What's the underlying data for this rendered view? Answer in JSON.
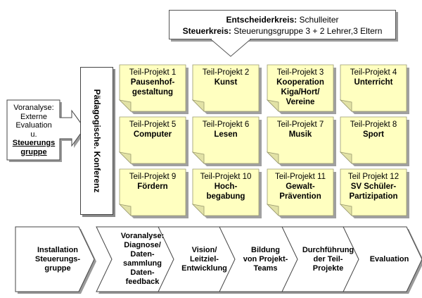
{
  "callout": {
    "line1_label": "Entscheiderkreis:",
    "line1_value": "Schulleiter",
    "line2_label": "Steuerkreis:",
    "line2_value": "Steuerungsgruppe 3 + 2 Lehrer,3 Eltern"
  },
  "voranalyse": {
    "line1": "Voranalyse:",
    "line2": "Externe",
    "line3": "Evaluation",
    "line4": "u.",
    "line5": "Steuerungs",
    "line6": "gruppe"
  },
  "banner": {
    "label": "Pädagogische. Konferenz"
  },
  "projects": [
    {
      "title": "Teil-Projekt 1",
      "name1": "Pausenhof-",
      "name2": "gestaltung"
    },
    {
      "title": "Teil-Projekt 2",
      "name1": "Kunst",
      "name2": ""
    },
    {
      "title": "Teil-Projekt 3",
      "name1": "Kooperation",
      "name2": "Kiga/Hort/",
      "name3": "Vereine"
    },
    {
      "title": "Teil-Projekt 4",
      "name1": "Unterricht",
      "name2": ""
    },
    {
      "title": "Teil-Projekt 5",
      "name1": "Computer",
      "name2": ""
    },
    {
      "title": "Teil-Projekt 6",
      "name1": "Lesen",
      "name2": ""
    },
    {
      "title": "Teil-Projekt 7",
      "name1": "Musik",
      "name2": ""
    },
    {
      "title": "Teil-Projekt 8",
      "name1": "Sport",
      "name2": ""
    },
    {
      "title": "Teil-Projekt 9",
      "name1": "Fördern",
      "name2": ""
    },
    {
      "title": "Teil-Projekt 10",
      "name1": "Hoch-",
      "name2": "begabung"
    },
    {
      "title": "Teil-Projekt 11",
      "name1": "Gewalt-",
      "name2": "Prävention"
    },
    {
      "title": "Teil Projekt 12",
      "name1": "SV Schüler-",
      "name2": "Partizipation"
    }
  ],
  "process": [
    {
      "lines": [
        "Installation",
        "Steuerungs-",
        "gruppe"
      ]
    },
    {
      "lines": [
        "Voranalyse:",
        "Diagnose/",
        "Daten-",
        "sammlung",
        "Daten-",
        "feedback"
      ]
    },
    {
      "lines": [
        "Vision/",
        "Leitziel-",
        "Entwicklung"
      ]
    },
    {
      "lines": [
        "Bildung",
        "von Projekt-",
        "Teams"
      ]
    },
    {
      "lines": [
        "Durchführung",
        "der Teil-",
        "Projekte"
      ]
    },
    {
      "lines": [
        "Evaluation"
      ]
    }
  ],
  "colors": {
    "note_fill": "#ffffc0",
    "note_fold": "#e2e2a6",
    "shadow": "#a0a0a0"
  }
}
